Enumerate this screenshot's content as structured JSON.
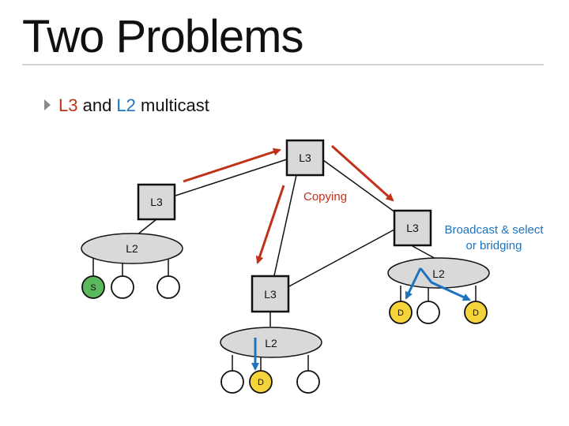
{
  "slide": {
    "title": "Two Problems",
    "bullet": {
      "part1": "L3",
      "part2": " and ",
      "part3": "L2",
      "part4": " multicast"
    }
  },
  "diagram": {
    "routers": {
      "left": "L3",
      "top": "L3",
      "right": "L3",
      "bottom": "L3"
    },
    "switches": {
      "left": "L2",
      "right": "L2",
      "bottom": "L2"
    },
    "hosts": {
      "source": "S",
      "dest_right_1": "D",
      "dest_right_2": "D",
      "dest_bottom": "D"
    },
    "annotations": {
      "copying": "Copying",
      "broadcast_line1": "Broadcast & select",
      "broadcast_line2": "or bridging"
    },
    "colors": {
      "l3_arrow": "#c0311a",
      "l2_arrow": "#1e73be",
      "router_fill": "#d9d9d9",
      "source_fill": "#5cb85c",
      "dest_fill": "#f5d33a"
    }
  }
}
